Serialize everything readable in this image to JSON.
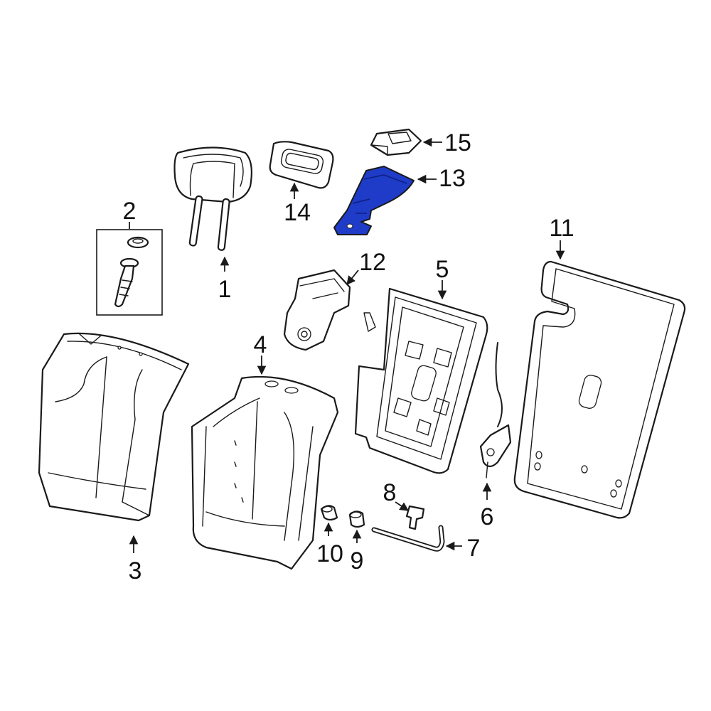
{
  "colors": {
    "line": "#1a1a1a",
    "background": "#ffffff",
    "highlight": "#1e3cc8",
    "highlight_dark": "#0f1f80"
  },
  "callouts": [
    {
      "id": "1",
      "label": "1"
    },
    {
      "id": "2",
      "label": "2"
    },
    {
      "id": "3",
      "label": "3"
    },
    {
      "id": "4",
      "label": "4"
    },
    {
      "id": "5",
      "label": "5"
    },
    {
      "id": "6",
      "label": "6"
    },
    {
      "id": "7",
      "label": "7"
    },
    {
      "id": "8",
      "label": "8"
    },
    {
      "id": "9",
      "label": "9"
    },
    {
      "id": "10",
      "label": "10"
    },
    {
      "id": "11",
      "label": "11"
    },
    {
      "id": "12",
      "label": "12"
    },
    {
      "id": "13",
      "label": "13"
    },
    {
      "id": "14",
      "label": "14"
    },
    {
      "id": "15",
      "label": "15"
    }
  ],
  "highlighted_part": "13"
}
